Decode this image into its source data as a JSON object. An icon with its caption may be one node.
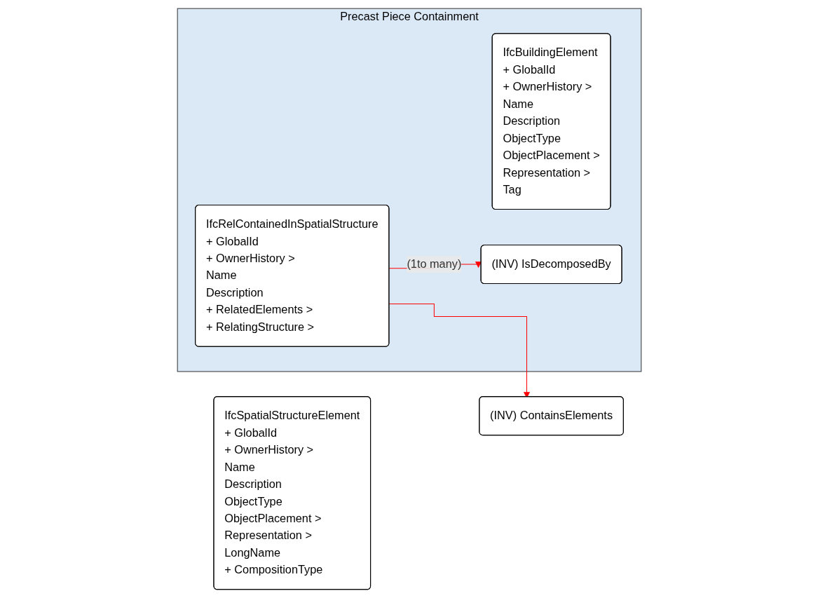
{
  "diagram": {
    "nodes": [
      {
        "text": [
          "Precast Piece Containment"
        ]
      },
      {
        "text": [
          "IfcRelContainedInSpatialStructure",
          "+ GlobalId",
          "+ OwnerHistory >",
          "Name",
          "Description",
          "+ RelatedElements >",
          "+ RelatingStructure >"
        ],
        "in": 0
      },
      {
        "text": [
          "IfcBuildingElement",
          "+ GlobalId",
          "+ OwnerHistory >",
          "Name",
          "Description",
          "ObjectType",
          "ObjectPlacement >",
          "Representation >",
          "Tag"
        ],
        "in": 0
      },
      {
        "text": [
          "(INV) IsDecomposedBy"
        ],
        "in": 0
      },
      {
        "text": [
          "IfcSpatialStructureElement",
          "+ GlobalId",
          "+ OwnerHistory >",
          "Name",
          "Description",
          "ObjectType",
          "ObjectPlacement >",
          "Representation >",
          "LongName",
          "+ CompositionType"
        ]
      },
      {
        "text": [
          "(INV) ContainsElements"
        ]
      }
    ],
    "edges": [
      {
        "from": 1,
        "to": 3,
        "arrow": "to",
        "label": "(1to many)",
        "color": "#ff0000"
      },
      {
        "from": 1,
        "to": 5,
        "arrow": "to",
        "color": "#ff0000"
      }
    ]
  }
}
